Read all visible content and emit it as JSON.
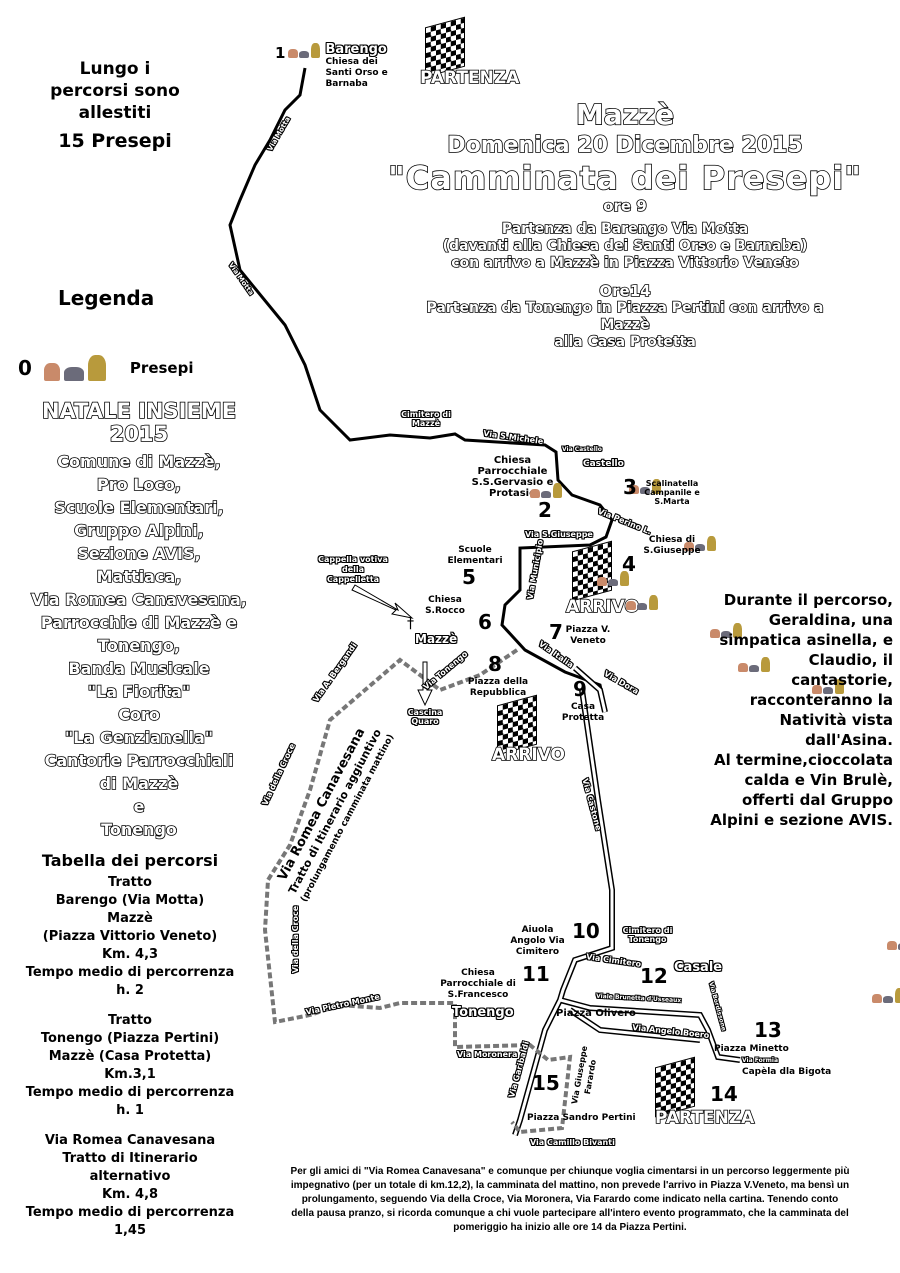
{
  "header": {
    "town": "Mazzè",
    "date": "Domenica 20 Dicembre 2015",
    "event": "\"Camminata dei Presepi\"",
    "time1": "ore 9",
    "desc1": [
      "Partenza da Barengo Via Motta",
      "(davanti alla Chiesa dei Santi Orso e Barnaba)",
      "con arrivo a Mazzè in Piazza Vittorio Veneto"
    ],
    "time2": "Ore14",
    "desc2": [
      "Partenza da Tonengo in Piazza Pertini con arrivo a",
      "Mazzè",
      "alla Casa Protetta"
    ]
  },
  "intro": [
    "Lungo i",
    "percorsi sono",
    "allestiti"
  ],
  "intro_count": "15 Presepi",
  "legend": {
    "title": "Legenda",
    "num": "0",
    "label": "Presepi"
  },
  "natale": {
    "title": [
      "NATALE INSIEME",
      "2015"
    ],
    "sponsors": [
      "Comune di Mazzè,",
      "Pro Loco,",
      "Scuole Elementari,",
      "Gruppo Alpini,",
      "Sezione AVIS,",
      "Mattiaca,",
      "Via Romea Canavesana,",
      "Parrocchie di Mazzè e",
      "Tonengo,",
      "Banda Musicale",
      "\"La Fiorita\"",
      "Coro",
      "\"La Genzianella\"",
      "Cantorie Parrocchiali",
      "di Mazzè",
      "e",
      "Tonengo"
    ]
  },
  "tabella": {
    "title": "Tabella dei percorsi",
    "blocks": [
      [
        "Tratto",
        "Barengo (Via Motta)",
        "Mazzè",
        "(Piazza Vittorio Veneto)",
        "Km. 4,3",
        "Tempo medio di percorrenza",
        "h. 2"
      ],
      [
        "Tratto",
        "Tonengo (Piazza Pertini)",
        "Mazzè (Casa Protetta)",
        "Km.3,1",
        "Tempo medio di percorrenza",
        "h. 1"
      ],
      [
        "Via Romea Canavesana",
        "Tratto di Itinerario",
        "alternativo",
        "Km. 4,8",
        "Tempo medio di percorrenza",
        "1,45"
      ]
    ]
  },
  "info": [
    "Durante il percorso,",
    "Geraldina, una",
    "simpatica asinella, e",
    "Claudio, il",
    "cantastorie,",
    "racconteranno la",
    "Natività vista",
    "dall'Asina.",
    "Al termine,cioccolata",
    "calda e Vin Brulè,",
    "offerti dal Gruppo",
    "Alpini e sezione AVIS."
  ],
  "footnote": "Per gli amici di \"Via Romea Canavesana\" e comunque per chiunque voglia cimentarsi in un percorso leggermente più impegnativo (per un totale di km.12,2), la camminata del mattino, non prevede l'arrivo in Piazza V.Veneto, ma bensì un prolungamento, seguendo Via della Croce, Via Moronera, Via Farardo come indicato nella cartina. Tenendo conto della pausa pranzo, si ricorda comunque a chi vuole partecipare all'intero evento programmato, che la camminata del pomeriggio ha inizio alle ore 14 da Piazza Pertini.",
  "flags": {
    "partenza": "PARTENZA",
    "arrivo": "ARRIVO"
  },
  "stops": [
    {
      "n": "1",
      "name": "Barengo",
      "sub": "Chiesa dei Santi Orso e Barnaba"
    },
    {
      "n": "2",
      "name": "Chiesa Parrocchiale S.S.Gervasio e Protasio"
    },
    {
      "n": "3",
      "name": "Scalinatella Campanile e S.Marta"
    },
    {
      "n": "4",
      "name": "Chiesa di S.Giuseppe"
    },
    {
      "n": "5",
      "name": "Scuole Elementari"
    },
    {
      "n": "6",
      "name": "Chiesa S.Rocco"
    },
    {
      "n": "7",
      "name": "Piazza V. Veneto"
    },
    {
      "n": "8",
      "name": "Piazza della Repubblica"
    },
    {
      "n": "9",
      "name": "Casa Protetta"
    },
    {
      "n": "10",
      "name": "Aiuola Angolo Via Cimitero"
    },
    {
      "n": "11",
      "name": "Chiesa Parrocchiale di S.Francesco"
    },
    {
      "n": "12",
      "name": "Piazza Olivero"
    },
    {
      "n": "13",
      "name": "Piazza Minetto"
    },
    {
      "n": "14",
      "name": "Capèla dla Bigota"
    },
    {
      "n": "15",
      "name": "Piazza Sandro Pertini"
    }
  ],
  "streets": {
    "motta": "Via Motta",
    "cim_mazze": "Cimitero di Mazzè",
    "smichele": "Via S.Michele",
    "castello_via": "Via Castello",
    "castello": "Castello",
    "perino": "Via Perino L.",
    "sgiuseppe": "Via S.Giuseppe",
    "municipio": "Via Municipio",
    "italia": "Via Italia",
    "dora": "Via Dora",
    "tonengo_via": "Via Tonengo",
    "cappella": "Cappella votiva della Cappelletta",
    "mazze": "Mazzè",
    "cascina": "Cascina Quaro",
    "bergandi": "Via A. Bergandi",
    "croce": "Via della Croce",
    "castone": "Via Castone",
    "romea": [
      "Via Romea Canavesana",
      "Tratto di Itinerario aggiuntivo",
      "(prolungamento camminata mattino)"
    ],
    "cim_tonengo": "Cimitero di Tonengo",
    "via_cimitero": "Via Cimitero",
    "casale": "Casale",
    "brunetta": "Viale Brunetta d'Usseaux",
    "boero": "Via Angelo Boero",
    "formia": "Via Formia",
    "tonengo": "Tonengo",
    "pietro": "Via Pietro Monte",
    "moronera": "Via Moronera",
    "garibaldi": "Via Garibaldi",
    "farardo": "Via Giuseppe Farardo",
    "bivanti": "Via Camillo Bivanti",
    "bordissone": "Via Bordissone"
  }
}
